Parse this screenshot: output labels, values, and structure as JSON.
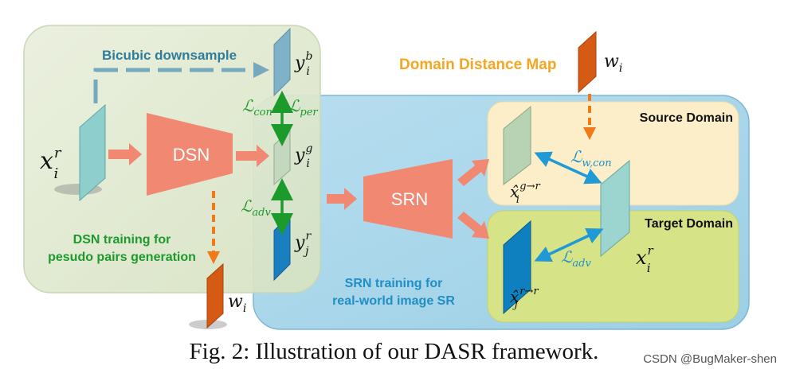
{
  "labels": {
    "bicubic": "Bicubic downsample",
    "domain_map": "Domain Distance Map",
    "source_domain": "Source Domain",
    "target_domain": "Target Domain",
    "dsn": "DSN",
    "srn": "SRN",
    "dsn_training_line1": "DSN training for",
    "dsn_training_line2": "pesudo pairs generation",
    "srn_training_line1": "SRN training for",
    "srn_training_line2": "real-world image SR"
  },
  "math": {
    "x_i_r_left": {
      "base": "x",
      "sup": "r",
      "sub": "i"
    },
    "y_i_b": {
      "base": "y",
      "sup": "b",
      "sub": "i"
    },
    "y_i_g": {
      "base": "y",
      "sup": "g",
      "sub": "i"
    },
    "y_j_r": {
      "base": "y",
      "sup": "r",
      "sub": "j"
    },
    "w_i_top": {
      "base": "w",
      "sub": "i"
    },
    "w_i_bottom": {
      "base": "w",
      "sub": "i"
    },
    "xhat_g": {
      "base": "x̂",
      "sup": "g→r",
      "sub": "i"
    },
    "xhat_r": {
      "base": "x̂",
      "sup": "r→r",
      "sub": "j"
    },
    "x_i_r_right": {
      "base": "x",
      "sup": "r",
      "sub": "i"
    },
    "l_con": {
      "base": "ℒ",
      "sub": "con"
    },
    "l_per": {
      "base": "ℒ",
      "sub": "per"
    },
    "l_adv_left": {
      "base": "ℒ",
      "sub": "adv"
    },
    "l_wcon": {
      "base": "ℒ",
      "sub": "w,con"
    },
    "l_adv_right": {
      "base": "ℒ",
      "sub": "adv"
    }
  },
  "caption": "Fig. 2: Illustration of our DASR framework.",
  "watermark": "CSDN @BugMaker-shen",
  "colors": {
    "dsn_region": "#dfe8cf",
    "srn_region": "#a9d6e9",
    "source_domain": "#fbeec8",
    "target_domain": "#d7e387",
    "network_block": "#f08872",
    "green": "#1d9a2c",
    "blue_label": "#1f8fc6",
    "orange": "#f5a623",
    "teal_arrow": "#76a9bd"
  }
}
